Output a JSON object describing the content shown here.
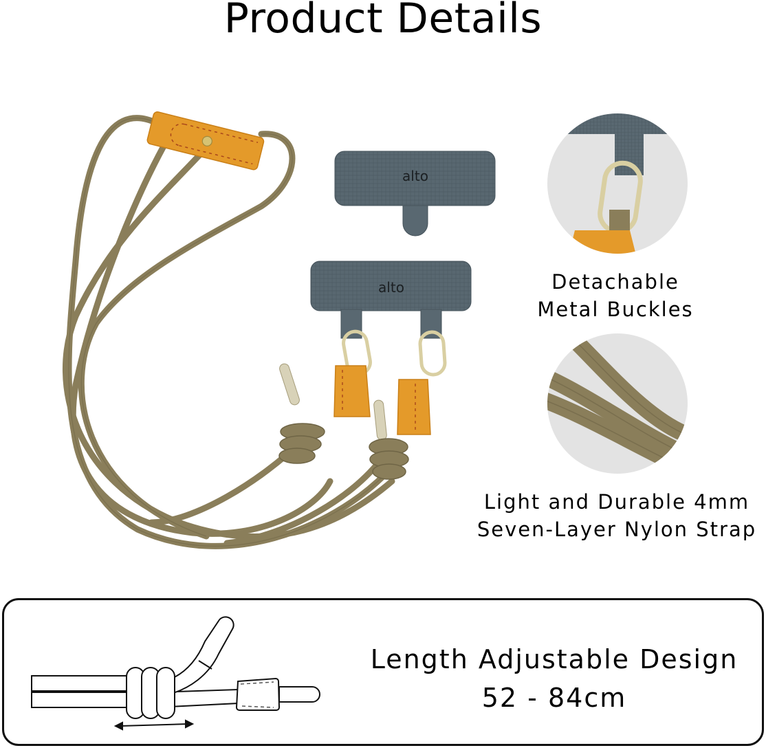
{
  "title": "Product Details",
  "product": {
    "brand_mark": "alto",
    "colors": {
      "strap": "#8a7e5a",
      "strap_dark": "#6f6546",
      "leather": "#e49a2a",
      "leather_dark": "#c97f17",
      "stitch": "#a8461b",
      "patch": "#596871",
      "patch_dark": "#46535b",
      "metal": "#d9cfa2",
      "circle_bg": "#e3e3e3"
    }
  },
  "features": [
    {
      "id": "buckles",
      "line1": "Detachable",
      "line2": "Metal Buckles"
    },
    {
      "id": "strap",
      "line1": "Light and Durable 4mm",
      "line2": "Seven-Layer Nylon Strap"
    }
  ],
  "adjustable": {
    "line1": "Length Adjustable Design",
    "line2": "52 - 84cm"
  }
}
